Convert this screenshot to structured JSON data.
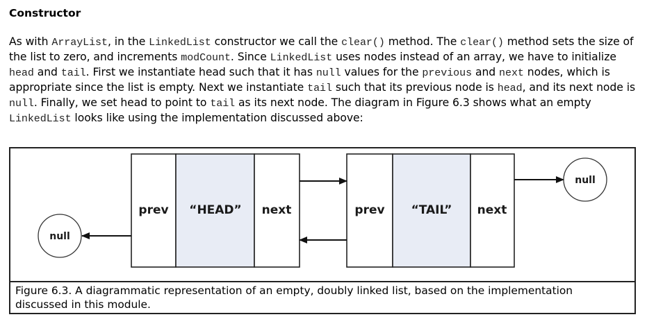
{
  "section": {
    "heading": "Constructor"
  },
  "paragraph": {
    "segments": [
      {
        "t": "text",
        "v": "As with "
      },
      {
        "t": "code",
        "v": "ArrayList"
      },
      {
        "t": "text",
        "v": ", in the "
      },
      {
        "t": "code",
        "v": "LinkedList"
      },
      {
        "t": "text",
        "v": " constructor we call the "
      },
      {
        "t": "code",
        "v": "clear()"
      },
      {
        "t": "text",
        "v": " method. The "
      },
      {
        "t": "code",
        "v": "clear()"
      },
      {
        "t": "text",
        "v": " method sets the size of the list to zero, and increments "
      },
      {
        "t": "code",
        "v": "modCount"
      },
      {
        "t": "text",
        "v": ". Since "
      },
      {
        "t": "code",
        "v": "LinkedList"
      },
      {
        "t": "text",
        "v": " uses nodes instead of an array, we have to initialize "
      },
      {
        "t": "code",
        "v": "head"
      },
      {
        "t": "text",
        "v": " and "
      },
      {
        "t": "code",
        "v": "tail"
      },
      {
        "t": "text",
        "v": ". First we instantiate head such that it has "
      },
      {
        "t": "code",
        "v": "null"
      },
      {
        "t": "text",
        "v": " values for the "
      },
      {
        "t": "code",
        "v": "previous"
      },
      {
        "t": "text",
        "v": " and "
      },
      {
        "t": "code",
        "v": "next"
      },
      {
        "t": "text",
        "v": " nodes, which is appropriate since the list is empty. Next we instantiate "
      },
      {
        "t": "code",
        "v": "tail"
      },
      {
        "t": "text",
        "v": " such that its previous node is "
      },
      {
        "t": "code",
        "v": "head"
      },
      {
        "t": "text",
        "v": ", and its next node is "
      },
      {
        "t": "code",
        "v": "null"
      },
      {
        "t": "text",
        "v": ". Finally, we set head to point to "
      },
      {
        "t": "code",
        "v": "tail"
      },
      {
        "t": "text",
        "v": " as its next node. The diagram in Figure 6.3 shows what an empty "
      },
      {
        "t": "code",
        "v": "LinkedList"
      },
      {
        "t": "text",
        "v": " looks like using the implementation discussed above:"
      }
    ]
  },
  "figure": {
    "caption": "Figure 6.3. A diagrammatic representation of an empty, doubly linked list, based on the implementation discussed in this module.",
    "colors": {
      "data_cell_fill": "#e8ecf5",
      "stroke": "#222222",
      "frame": "#222222"
    },
    "nodes": [
      {
        "id": "head",
        "prev_label": "prev",
        "data_label": "“HEAD”",
        "next_label": "next"
      },
      {
        "id": "tail",
        "prev_label": "prev",
        "data_label": "“TAIL”",
        "next_label": "next"
      }
    ],
    "null_left": "null",
    "null_right": "null"
  }
}
